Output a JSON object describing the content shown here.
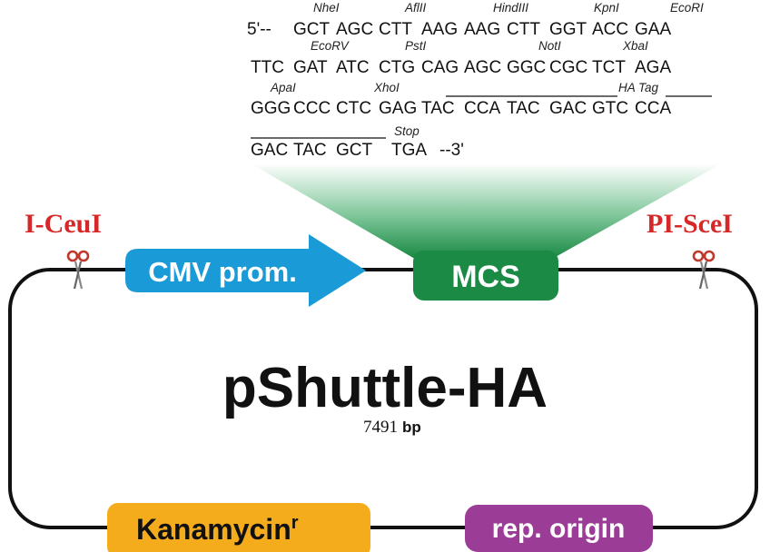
{
  "sequence": {
    "lines": [
      {
        "prefix": "5'--",
        "codons": [
          "GCT",
          "AGC",
          "CTT",
          "AAG",
          "AAG",
          "CTT",
          "GGT",
          "ACC",
          "GAA"
        ],
        "suffix": ""
      },
      {
        "prefix": "",
        "codons": [
          "TTC",
          "GAT",
          "ATC",
          "CTG",
          "CAG",
          "AGC",
          "GGC",
          "CGC",
          "TCT",
          "AGA"
        ],
        "suffix": ""
      },
      {
        "prefix": "",
        "codons": [
          "GGG",
          "CCC",
          "CTC",
          "GAG",
          "TAC",
          "CCA",
          "TAC",
          "GAC",
          "GTC",
          "CCA"
        ],
        "suffix": ""
      },
      {
        "prefix": "",
        "codons": [
          "GAC",
          "TAC",
          "GCT",
          "TGA"
        ],
        "suffix": "--3'"
      }
    ],
    "sites": {
      "nhei": "NheI",
      "aflii": "AflII",
      "hindiii": "HindIII",
      "kpni": "KpnI",
      "ecori": "EcoRI",
      "ecorv": "EcoRV",
      "psti": "PstI",
      "noti": "NotI",
      "xbai": "XbaI",
      "apai": "ApaI",
      "xhoi": "XhoI"
    },
    "ha_tag_label": "HA Tag",
    "stop_label": "Stop"
  },
  "enzymes": {
    "left": "I-CeuI",
    "right": "PI-SceI"
  },
  "features": {
    "cmv": "CMV prom.",
    "mcs": "MCS",
    "kanamycin": "Kanamycin",
    "kanamycin_sup": "r",
    "rep_origin": "rep. origin"
  },
  "plasmid": {
    "name": "pShuttle-HA",
    "size": "7491",
    "unit": "bp"
  },
  "colors": {
    "cmv": "#1a9ad6",
    "mcs": "#1a8a45",
    "kanamycin": "#f5ac1c",
    "rep_origin": "#9b3d97",
    "enzyme": "#d62828"
  }
}
